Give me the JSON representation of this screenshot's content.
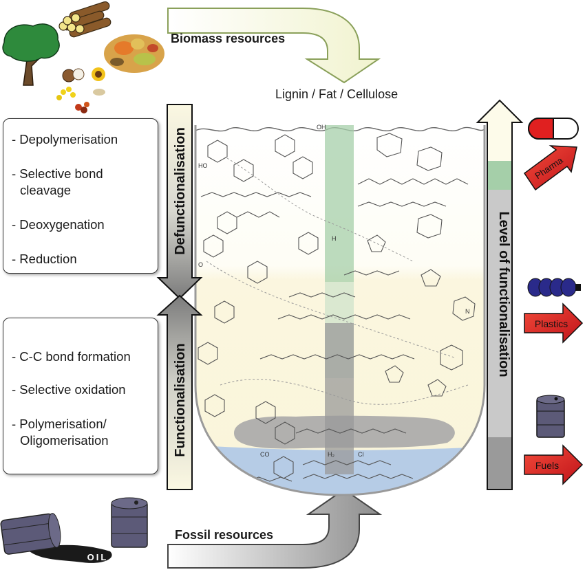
{
  "biomass": {
    "arrow_label": "Biomass resources",
    "components_label": "Lignin / Fat / Cellulose"
  },
  "fossil": {
    "arrow_label": "Fossil resources",
    "barrel_label": "OIL"
  },
  "defunctionalisation": {
    "bar_label": "Defunctionalisation",
    "processes": [
      "- Depolymerisation",
      "- Selective bond",
      "cleavage",
      "- Deoxygenation",
      "- Reduction"
    ]
  },
  "functionalisation": {
    "bar_label": "Functionalisation",
    "processes": [
      "- C-C bond formation",
      "- Selective oxidation",
      "- Polymerisation/",
      "Oligomerisation"
    ]
  },
  "level": {
    "label": "Level of functionalisation"
  },
  "products": [
    {
      "label": "Pharma"
    },
    {
      "label": "Plastics"
    },
    {
      "label": "Fuels"
    }
  ],
  "molecule_labels": [
    "HO",
    "OH",
    "O",
    "H₂",
    "Cl",
    "CO",
    "N",
    "H"
  ],
  "colors": {
    "arrow_red": "#e02020",
    "green_band": "#8fbf9a",
    "blue_band": "#a9c4e8",
    "cream": "#fbf8e4",
    "gray_band": "#9a9a9a",
    "barrel": "#5c5a78"
  }
}
